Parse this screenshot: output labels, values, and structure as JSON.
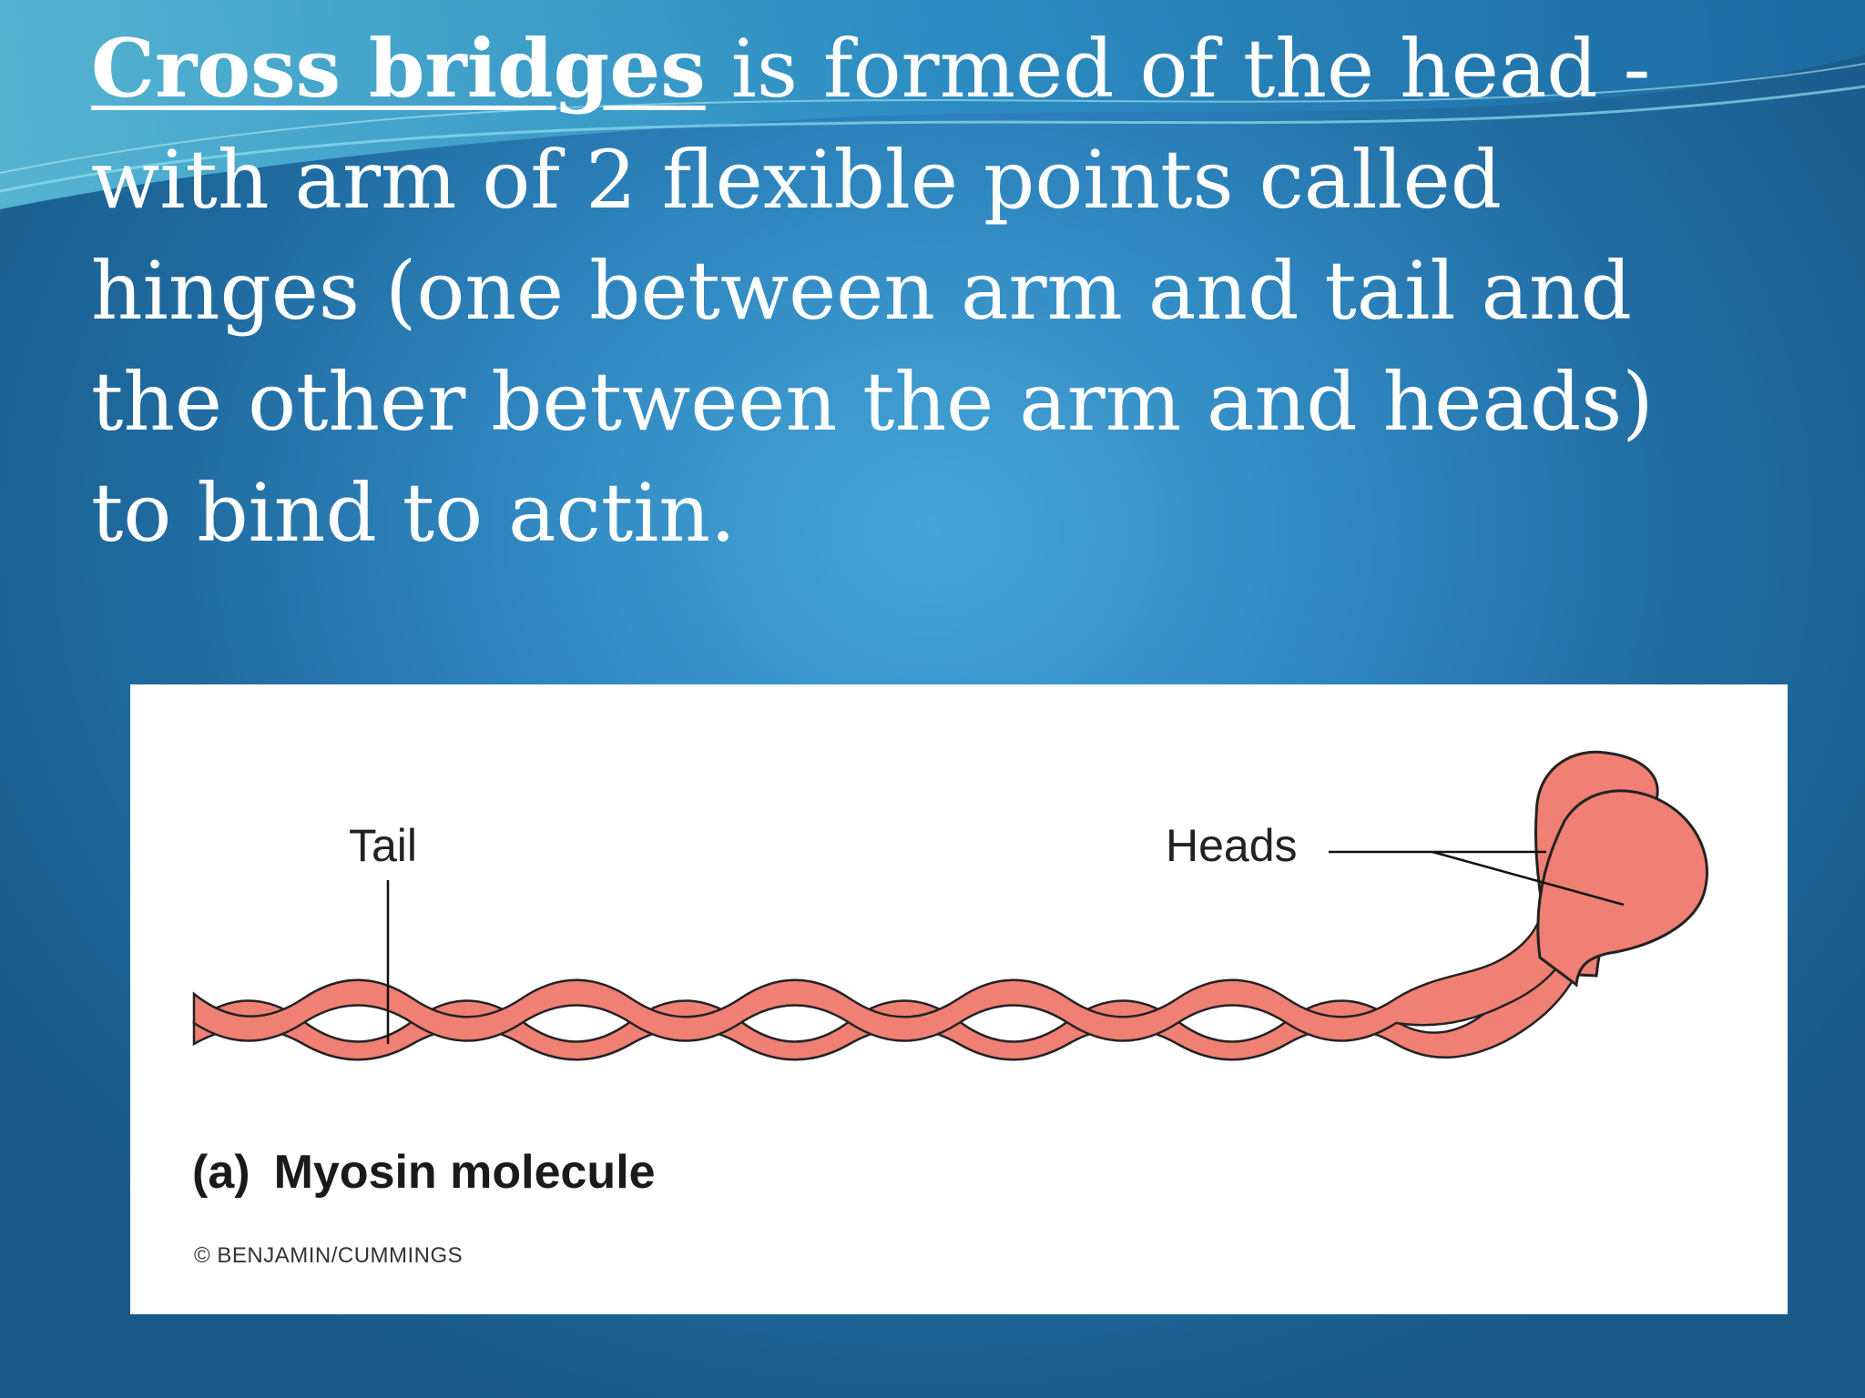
{
  "slide": {
    "term": "Cross bridges",
    "line1_rest": " is formed of the head  -",
    "line2": "with arm of 2 flexible points called",
    "line3": "hinges (one between arm and tail and",
    "line4": "the other between the arm and heads)",
    "line5": "to bind to actin."
  },
  "figure": {
    "tail_label": "Tail",
    "heads_label": "Heads",
    "caption_letter": "(a)",
    "caption_text": "Myosin molecule",
    "credit": "© BENJAMIN/CUMMINGS",
    "molecule_fill": "#f07f74"
  },
  "colors": {
    "background": "#2f86bf",
    "text": "#ffffff"
  }
}
